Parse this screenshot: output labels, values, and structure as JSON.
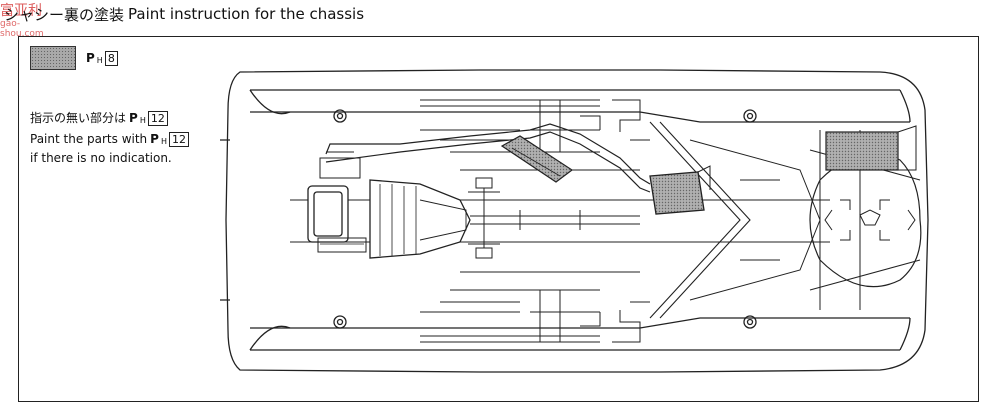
{
  "title": {
    "jp": "シャシー裏の塗装",
    "en": "Paint instruction for the chassis"
  },
  "watermark": {
    "main": "富亚利",
    "sub": "gao-shou.com"
  },
  "legend": {
    "prefix": "P",
    "sub": "H",
    "number": "8"
  },
  "note": {
    "line1_text": "指示の無い部分は",
    "line1_prefix": "P",
    "line1_sub": "H",
    "line1_number": "12",
    "line2_text": "Paint the parts with",
    "line2_prefix": "P",
    "line2_sub": "H",
    "line2_number": "12",
    "line3_text": "if there is no indication."
  },
  "colors": {
    "line": "#222222",
    "fill_gray": "#a9a9a9",
    "watermark": "#d22828"
  }
}
